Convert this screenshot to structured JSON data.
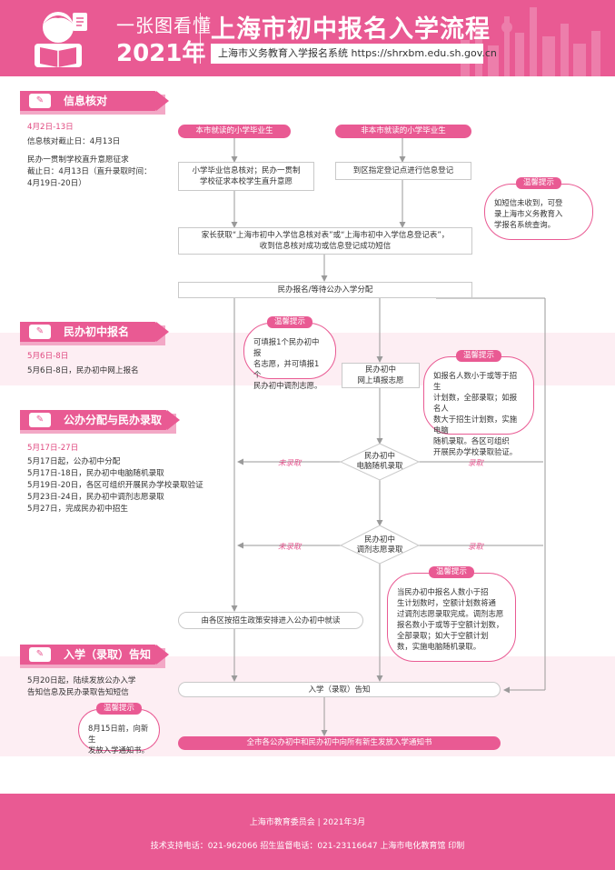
{
  "header": {
    "subtitle": "一张图看懂",
    "year": "2021年",
    "title": "上海市初中报名入学流程",
    "system": "上海市义务教育入学报名系统 https://shrxbm.edu.sh.gov.cn",
    "bg_color": "#e95a93"
  },
  "sections": {
    "s1": {
      "tag": "信息核对",
      "icon": "edit-icon",
      "date": "4月2日-13日",
      "lines": [
        "信息核对截止日：4月13日",
        "民办一贯制学校直升意愿征求",
        "截止日：4月13日（直升录取时间：",
        "4月19日-20日）"
      ]
    },
    "s2": {
      "tag": "民办初中报名",
      "icon": "edit-icon",
      "date": "5月6日-8日",
      "lines": [
        "5月6日-8日，民办初中网上报名"
      ]
    },
    "s3": {
      "tag": "公办分配与民办录取",
      "icon": "edit-icon",
      "date": "5月17日-27日",
      "lines": [
        "5月17日起，公办初中分配",
        "5月17日-18日，民办初中电脑随机录取",
        "5月19日-20日，各区可组织开展民办学校录取验证",
        "5月23日-24日，民办初中调剂志愿录取",
        "5月27日，完成民办初中招生"
      ]
    },
    "s4": {
      "tag": "入学（录取）告知",
      "icon": "edit-icon",
      "lines": [
        "5月20日起，陆续发放公办入学",
        "告知信息及民办录取告知短信"
      ]
    }
  },
  "flow": {
    "local": "本市就读的小学毕业生",
    "nonlocal": "非本市就读的小学毕业生",
    "local_step": [
      "小学毕业信息核对；民办一贯制",
      "学校征求本校学生直升意愿"
    ],
    "nonlocal_step": "到区指定登记点进行信息登记",
    "sms": [
      "家长获取“上海市初中入学信息核对表”或“上海市初中入学信息登记表”，",
      "收到信息核对成功或信息登记成功短信"
    ],
    "choose": "民办报名/等待公办入学分配",
    "apply": [
      "民办初中",
      "网上填报志愿"
    ],
    "random": [
      "民办初中",
      "电脑随机录取"
    ],
    "adjust": [
      "民办初中",
      "调剂志愿录取"
    ],
    "not_admitted": "未录取",
    "admitted": "录取",
    "public_assign": "由各区按招生政策安排进入公办初中就读",
    "notice": "入学（录取）告知",
    "final": "全市各公办初中和民办初中向所有新生发放入学通知书"
  },
  "tips": {
    "title": "温馨提示",
    "t1": [
      "如短信未收到，可登",
      "录上海市义务教育入",
      "学报名系统查询。"
    ],
    "t2": [
      "可填报1个民办初中报",
      "名志愿，并可填报1个",
      "民办初中调剂志愿。"
    ],
    "t3": [
      "如报名人数小于或等于招生",
      "计划数，全部录取；如报名人",
      "数大于招生计划数，实施电脑",
      "随机录取。各区可组织",
      "开展民办学校录取验证。"
    ],
    "t4": [
      "当民办初中报名人数小于招",
      "生计划数时，空额计划数将通",
      "过调剂志愿录取完成。调剂志愿",
      "报名数小于或等于空额计划数，",
      "全部录取；如大于空额计划",
      "数，实施电脑随机录取。"
    ],
    "t5": [
      "8月15日前，向新生",
      "发放入学通知书。"
    ]
  },
  "footer": {
    "org": "上海市教育委员会  |  2021年3月",
    "contacts": "技术支持电话：021-962066        招生监督电话：021-23116647        上海市电化教育馆  印制"
  }
}
